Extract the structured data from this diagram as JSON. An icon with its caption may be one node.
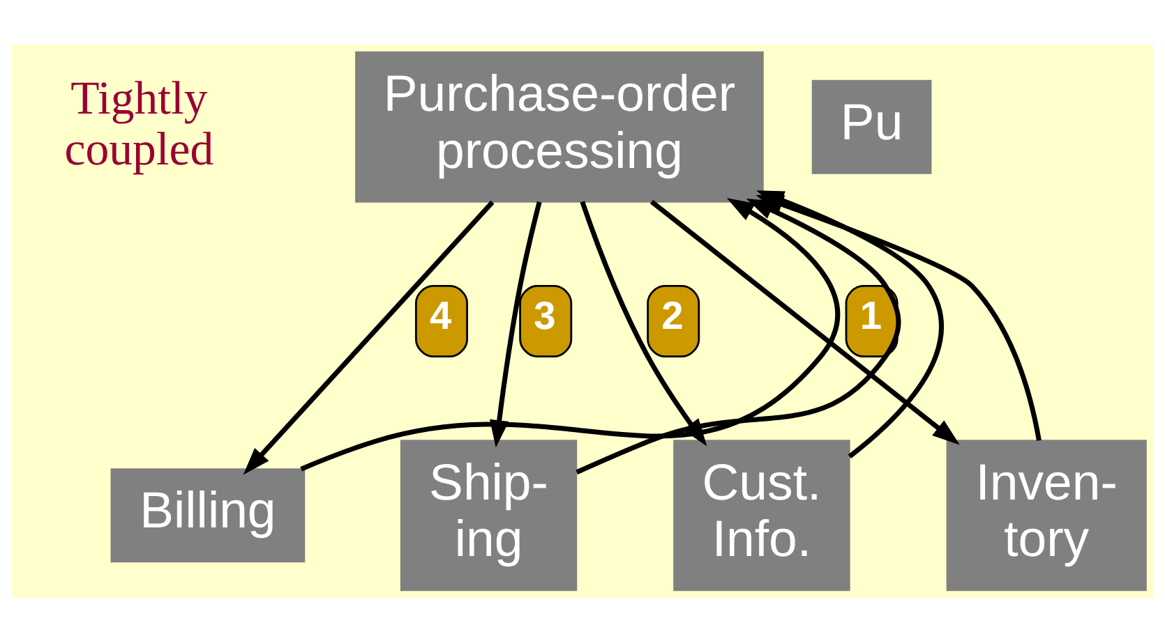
{
  "diagram": {
    "nodes": [
      {
        "text": [
          "Purchase-order processing"
        ]
      },
      {
        "text": [
          "Pu"
        ]
      },
      {
        "text": [
          "Billing"
        ]
      },
      {
        "text": [
          "Ship- ing"
        ]
      },
      {
        "text": [
          "Cust. Info."
        ]
      },
      {
        "text": [
          "Inven- tory"
        ]
      }
    ],
    "edges": [
      {
        "from": 0,
        "to": 2,
        "arrow": "to",
        "label": "4"
      },
      {
        "from": 2,
        "to": 0,
        "arrow": "to"
      },
      {
        "from": 0,
        "to": 3,
        "arrow": "to",
        "label": "3"
      },
      {
        "from": 3,
        "to": 0,
        "arrow": "to"
      },
      {
        "from": 0,
        "to": 4,
        "arrow": "to",
        "label": "2"
      },
      {
        "from": 4,
        "to": 0,
        "arrow": "to"
      },
      {
        "from": 0,
        "to": 5,
        "arrow": "to",
        "label": "1"
      },
      {
        "from": 5,
        "to": 0,
        "arrow": "to"
      }
    ],
    "labels": [
      "Tightly coupled"
    ]
  }
}
